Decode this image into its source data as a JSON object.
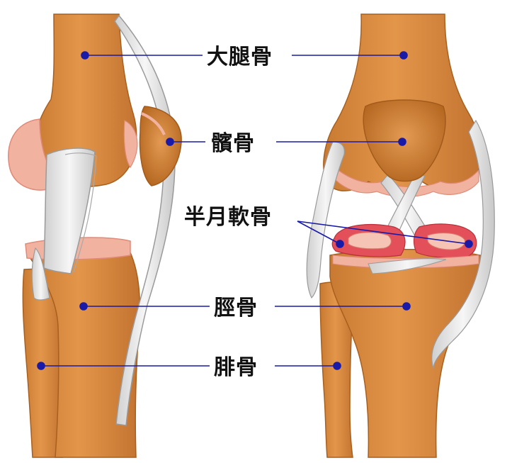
{
  "labels": {
    "femur": "大腿骨",
    "patella": "髕骨",
    "meniscus": "半月軟骨",
    "tibia": "脛骨",
    "fibula": "腓骨"
  },
  "colors": {
    "bone": "#d98a3d",
    "bone_dark": "#b86a26",
    "cartilage": "#f2b2a0",
    "cartilage_edge": "#e08a78",
    "ligament": "#e4e4e4",
    "ligament_edge": "#9a9a9a",
    "meniscus_red": "#e4505a",
    "leader": "#1a1aa8",
    "text": "#111111"
  }
}
